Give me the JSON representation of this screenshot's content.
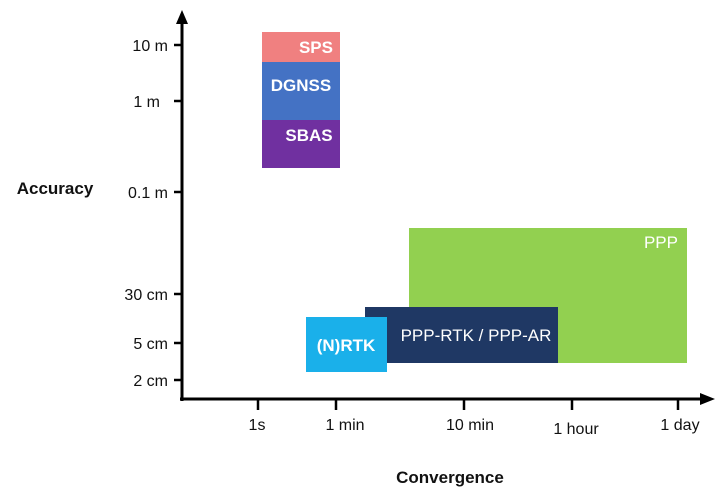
{
  "axes": {
    "y_title": "Accuracy",
    "x_title": "Convergence",
    "y_ticks": [
      "10 m",
      "1 m",
      "0.1 m",
      "30 cm",
      "5 cm",
      "2 cm"
    ],
    "x_ticks": [
      "1s",
      "1 min",
      "10 min",
      "1 hour",
      "1 day"
    ]
  },
  "regions": [
    {
      "label": "SPS",
      "color": "#f08080"
    },
    {
      "label": "DGNSS",
      "color": "#4472c4"
    },
    {
      "label": "SBAS",
      "color": "#7030a0"
    },
    {
      "label": "PPP",
      "color": "#92d050"
    },
    {
      "label": "PPP-RTK / PPP-AR",
      "color": "#1f3864"
    },
    {
      "label": "(N)RTK",
      "color": "#1ab0ea"
    }
  ],
  "colors": {
    "axis": "#000000"
  }
}
